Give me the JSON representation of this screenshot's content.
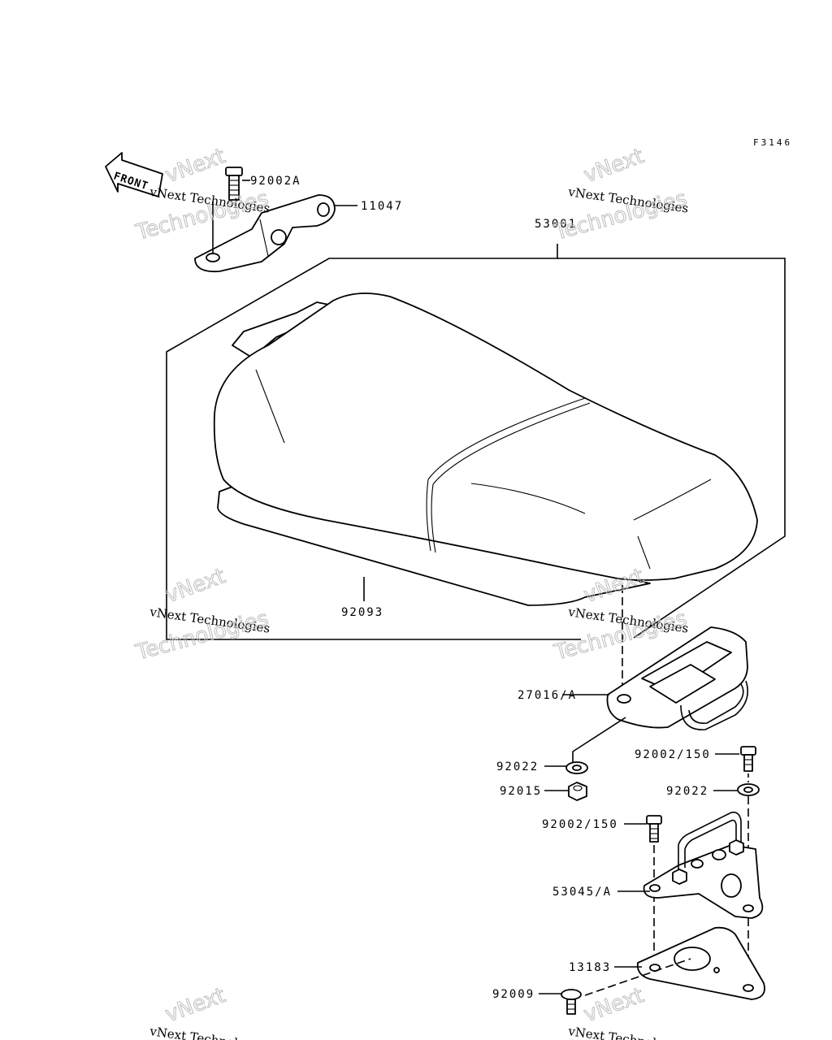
{
  "figure_code": "F3146",
  "front_arrow_text": "FRONT",
  "watermark": {
    "line1": "vNext Technologies",
    "line2": "vNext",
    "line3": "Technologies"
  },
  "parts": [
    {
      "id": "p1",
      "number": "92002A"
    },
    {
      "id": "p2",
      "number": "11047"
    },
    {
      "id": "p3",
      "number": "53001"
    },
    {
      "id": "p4",
      "number": "92093"
    },
    {
      "id": "p5",
      "number": "27016/A"
    },
    {
      "id": "p6",
      "number": "92022"
    },
    {
      "id": "p7",
      "number": "92002/150"
    },
    {
      "id": "p8",
      "number": "92015"
    },
    {
      "id": "p9",
      "number": "92022"
    },
    {
      "id": "p10",
      "number": "92002/150"
    },
    {
      "id": "p11",
      "number": "53045/A"
    },
    {
      "id": "p12",
      "number": "13183"
    },
    {
      "id": "p13",
      "number": "92009"
    }
  ]
}
